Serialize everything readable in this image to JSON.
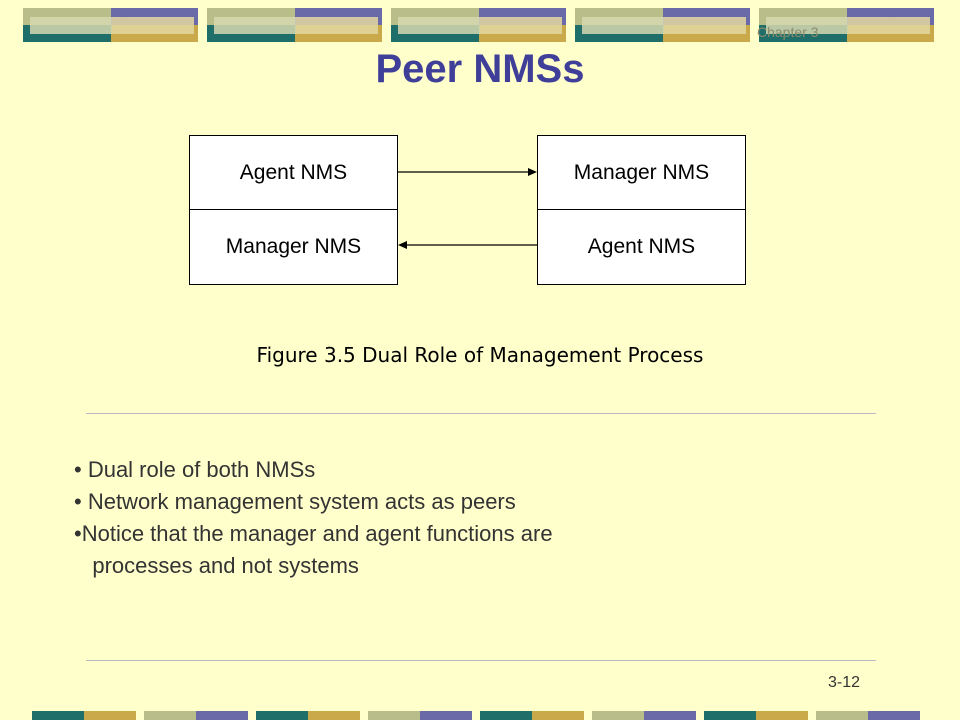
{
  "header": {
    "chapter_label": "Chapter 3",
    "title": "Peer NMSs"
  },
  "diagram": {
    "left_box": {
      "top_label": "Agent NMS",
      "bottom_label": "Manager NMS"
    },
    "right_box": {
      "top_label": "Manager NMS",
      "bottom_label": "Agent NMS"
    },
    "arrows": [
      "left-to-right",
      "right-to-left"
    ],
    "caption": "Figure 3.5 Dual Role of Management Process"
  },
  "bullets": [
    "• Dual role of both NMSs",
    "• Network management system acts as peers",
    "•Notice that the manager and agent functions are",
    "   processes and not systems"
  ],
  "footer": {
    "page_number": "3-12"
  },
  "colors": {
    "background": "#ffffcc",
    "title": "#3f3f99",
    "banner_teal": "#1f6e6a",
    "banner_gold": "#c9a94a",
    "banner_khaki": "#b9bd8a",
    "banner_purple": "#6a6aa8"
  }
}
